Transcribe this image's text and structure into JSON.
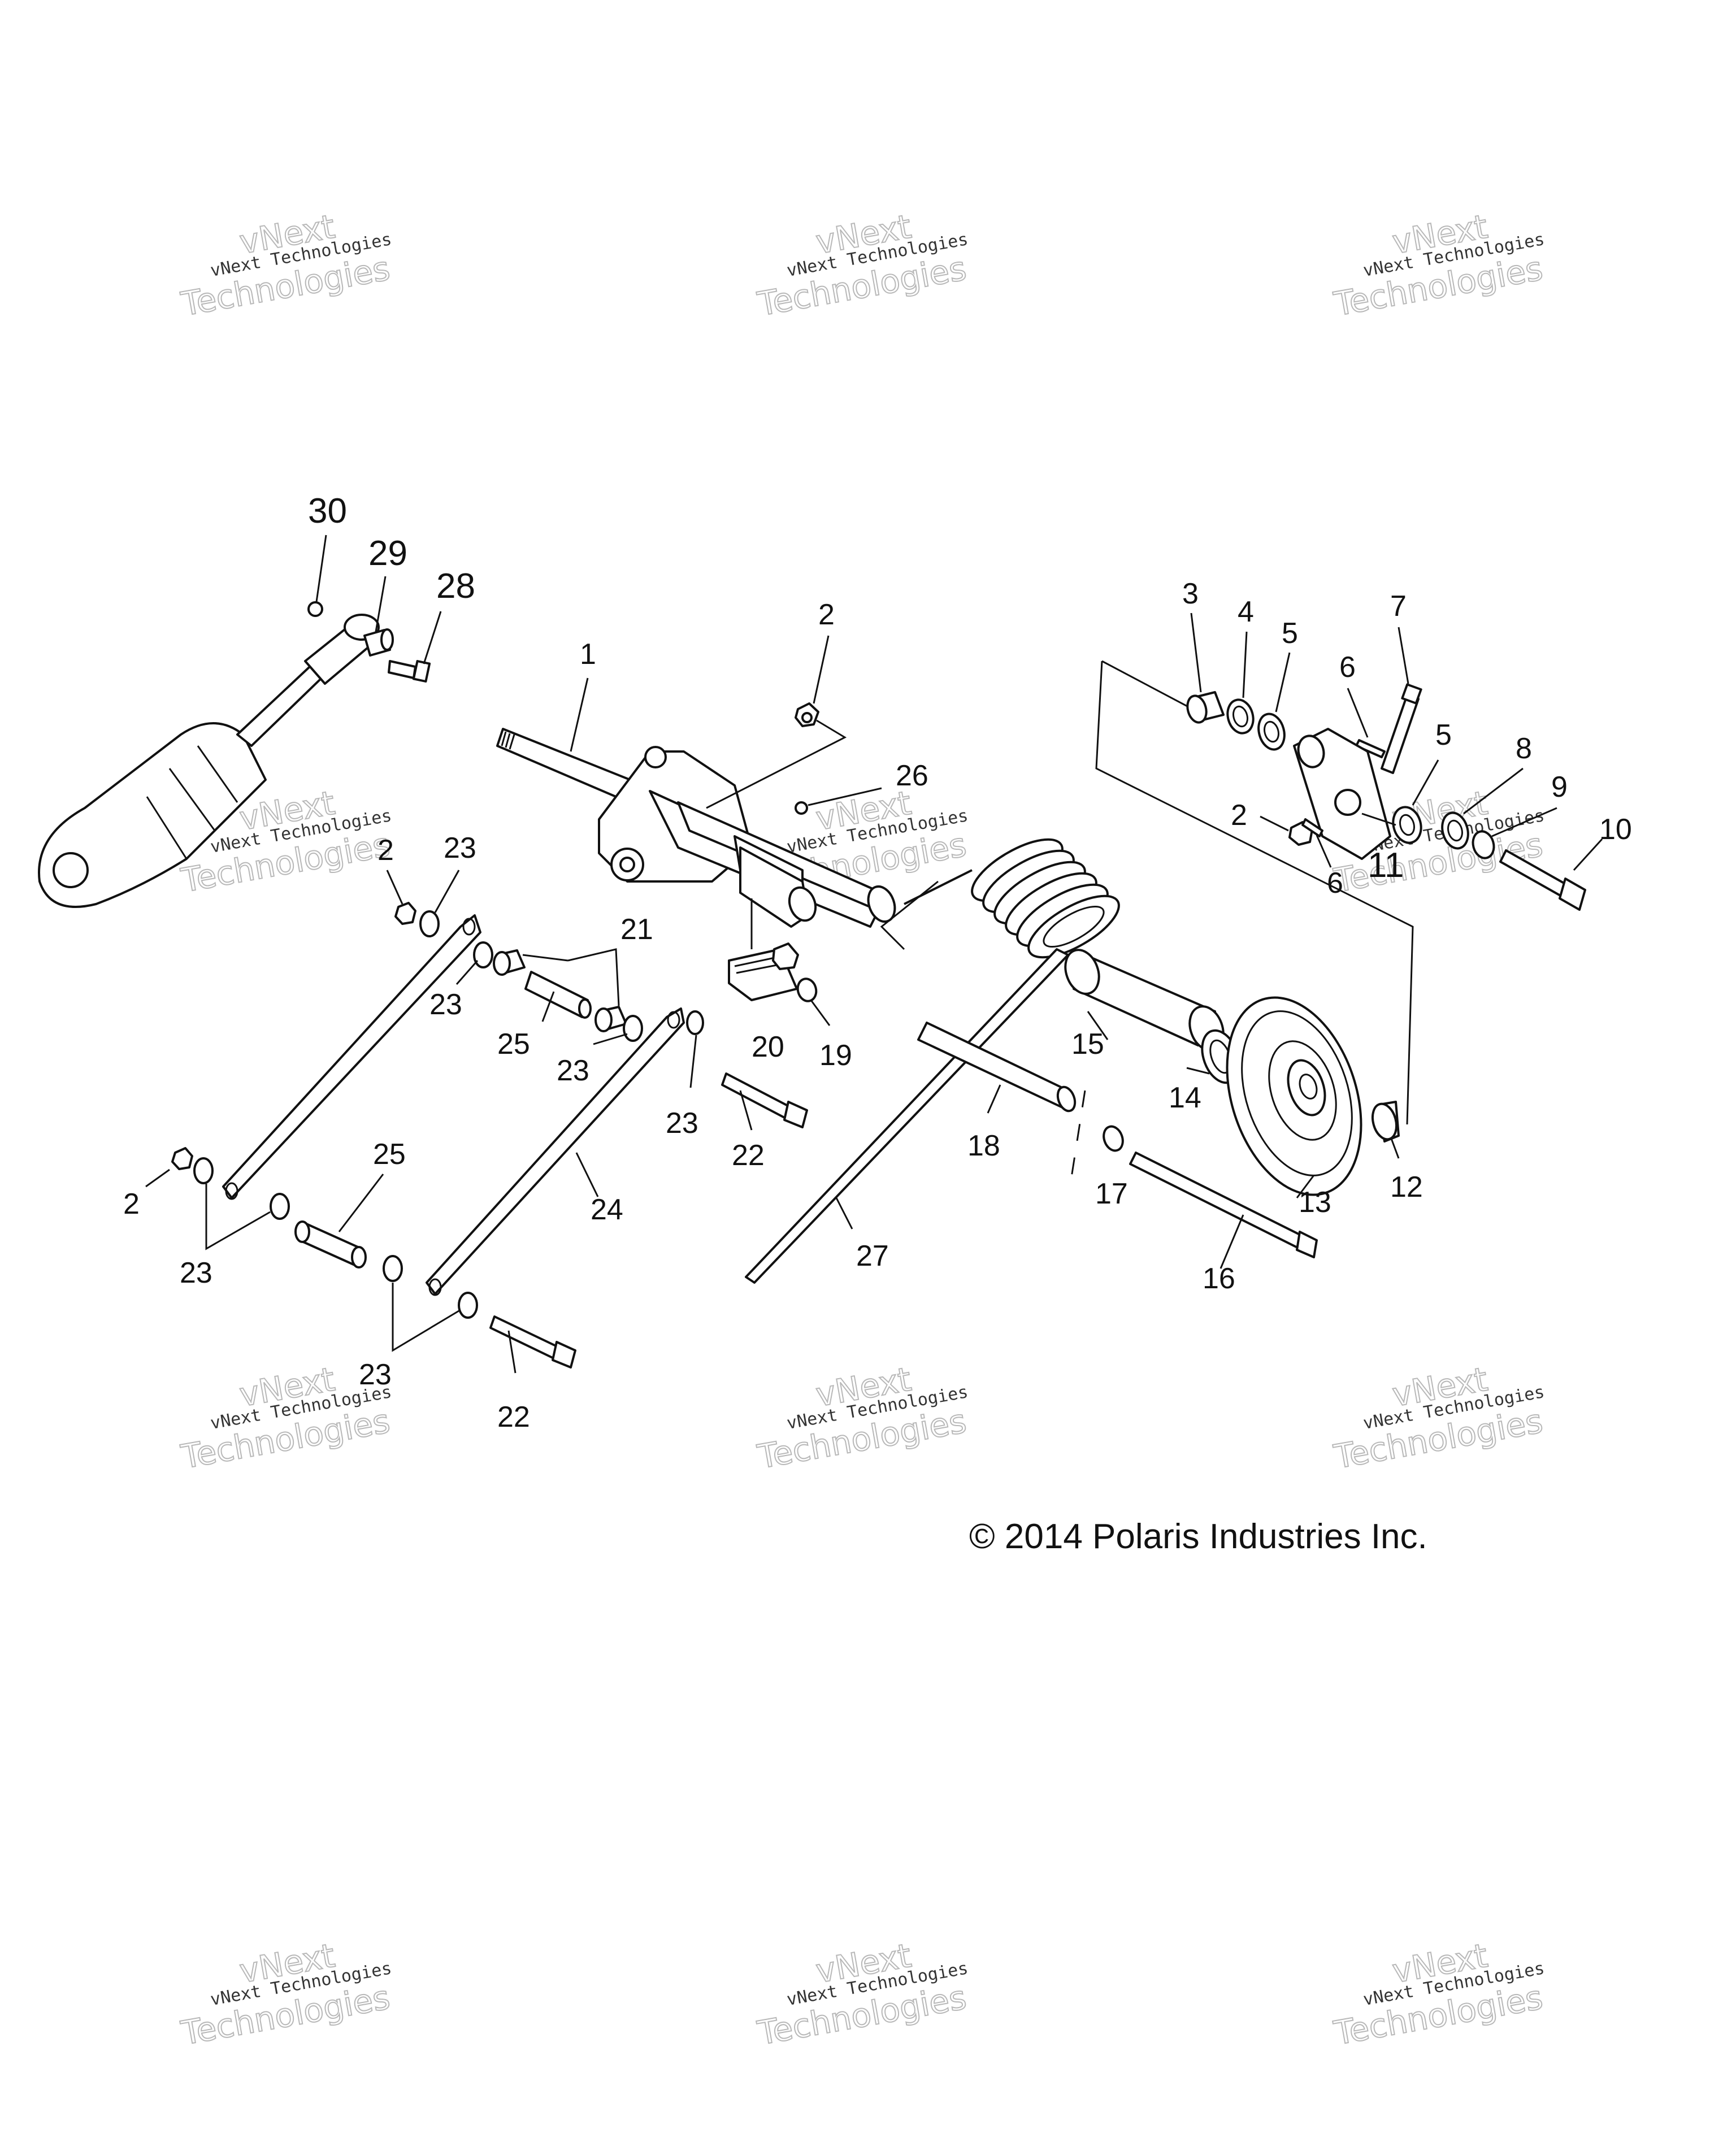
{
  "copyright": "© 2014 Polaris Industries Inc.",
  "watermark": {
    "line1": "vNext",
    "line2": "vNext Technologies",
    "line3": "Technologies"
  },
  "callouts": {
    "c1": "1",
    "c2": "2",
    "c3": "3",
    "c4": "4",
    "c5": "5",
    "c6": "6",
    "c7": "7",
    "c8": "8",
    "c9": "9",
    "c10": "10",
    "c11": "11",
    "c12": "12",
    "c13": "13",
    "c14": "14",
    "c15": "15",
    "c16": "16",
    "c17": "17",
    "c18": "18",
    "c19": "19",
    "c20": "20",
    "c21": "21",
    "c22": "22",
    "c23": "23",
    "c24": "24",
    "c25": "25",
    "c26": "26",
    "c27": "27",
    "c28": "28",
    "c29": "29",
    "c30": "30"
  }
}
